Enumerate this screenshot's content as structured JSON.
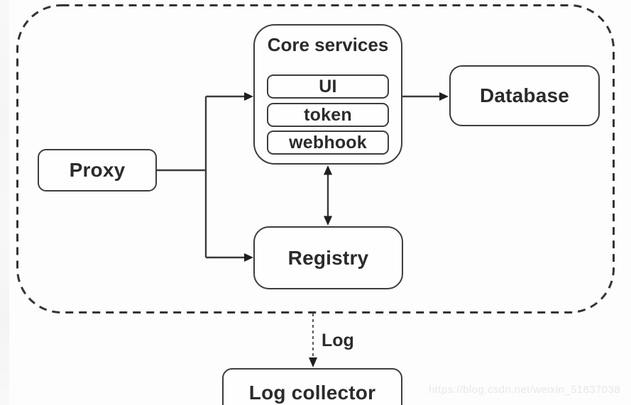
{
  "diagram": {
    "nodes": {
      "proxy": {
        "label": "Proxy"
      },
      "core_services": {
        "title": "Core services",
        "children": [
          {
            "label": "UI"
          },
          {
            "label": "token"
          },
          {
            "label": "webhook"
          }
        ]
      },
      "database": {
        "label": "Database"
      },
      "registry": {
        "label": "Registry"
      },
      "log_collector": {
        "label": "Log collector"
      }
    },
    "edges": {
      "log_label": "Log"
    },
    "colors": {
      "line": "#3a3a3a",
      "arrowhead": "#1f1f1f",
      "text": "#2b2b2b",
      "background": "#fdfdfd",
      "watermark": "#e8e8e8"
    }
  },
  "watermark": {
    "text": "https://blog.csdn.net/weixin_51837038"
  }
}
